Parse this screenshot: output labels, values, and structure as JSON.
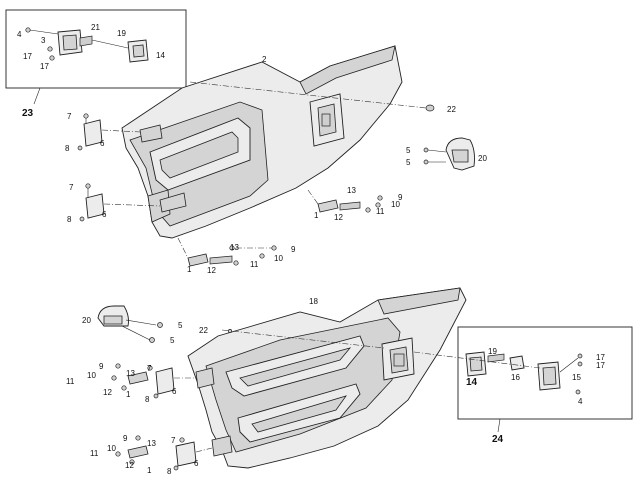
{
  "diagram": {
    "labels": {
      "l1": "4",
      "l2": "21",
      "l3": "3",
      "l4": "19",
      "l5": "17",
      "l6": "14",
      "l7": "17",
      "l8": "2",
      "l9": "23",
      "l10": "22",
      "l11": "7",
      "l12": "6",
      "l13": "8",
      "l14": "5",
      "l15": "5",
      "l16": "20",
      "l17": "13",
      "l18": "9",
      "l19": "10",
      "l20": "1",
      "l21": "12",
      "l22": "11",
      "l23": "7",
      "l24": "8",
      "l25": "6",
      "l26": "13",
      "l27": "9",
      "l28": "1",
      "l29": "12",
      "l30": "10",
      "l31": "11",
      "l32": "18",
      "l33": "20",
      "l34": "5",
      "l35": "22",
      "l36": "5",
      "l37": "9",
      "l38": "7",
      "l39": "10",
      "l40": "13",
      "l41": "11",
      "l42": "12",
      "l43": "1",
      "l44": "8",
      "l45": "6",
      "l46": "19",
      "l47": "17",
      "l48": "17",
      "l49": "14",
      "l50": "16",
      "l51": "15",
      "l52": "4",
      "l53": "24",
      "l54": "9",
      "l55": "7",
      "l56": "13",
      "l57": "10",
      "l58": "11",
      "l59": "12",
      "l60": "1",
      "l61": "8",
      "l62": "6"
    }
  }
}
